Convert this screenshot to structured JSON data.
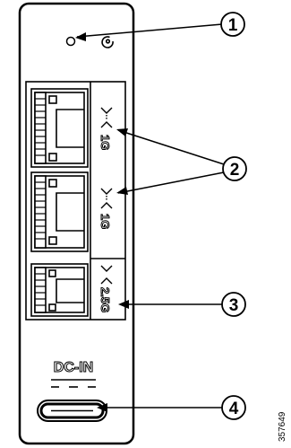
{
  "callouts": [
    "1",
    "2",
    "3",
    "4"
  ],
  "ports": {
    "port_a_speed": "1G",
    "port_b_speed": "1G",
    "port_c_speed": "2.5G"
  },
  "power": {
    "label": "DC-IN"
  },
  "figure_id": "357649",
  "colors": {
    "line": "#000000",
    "background": "#ffffff"
  }
}
